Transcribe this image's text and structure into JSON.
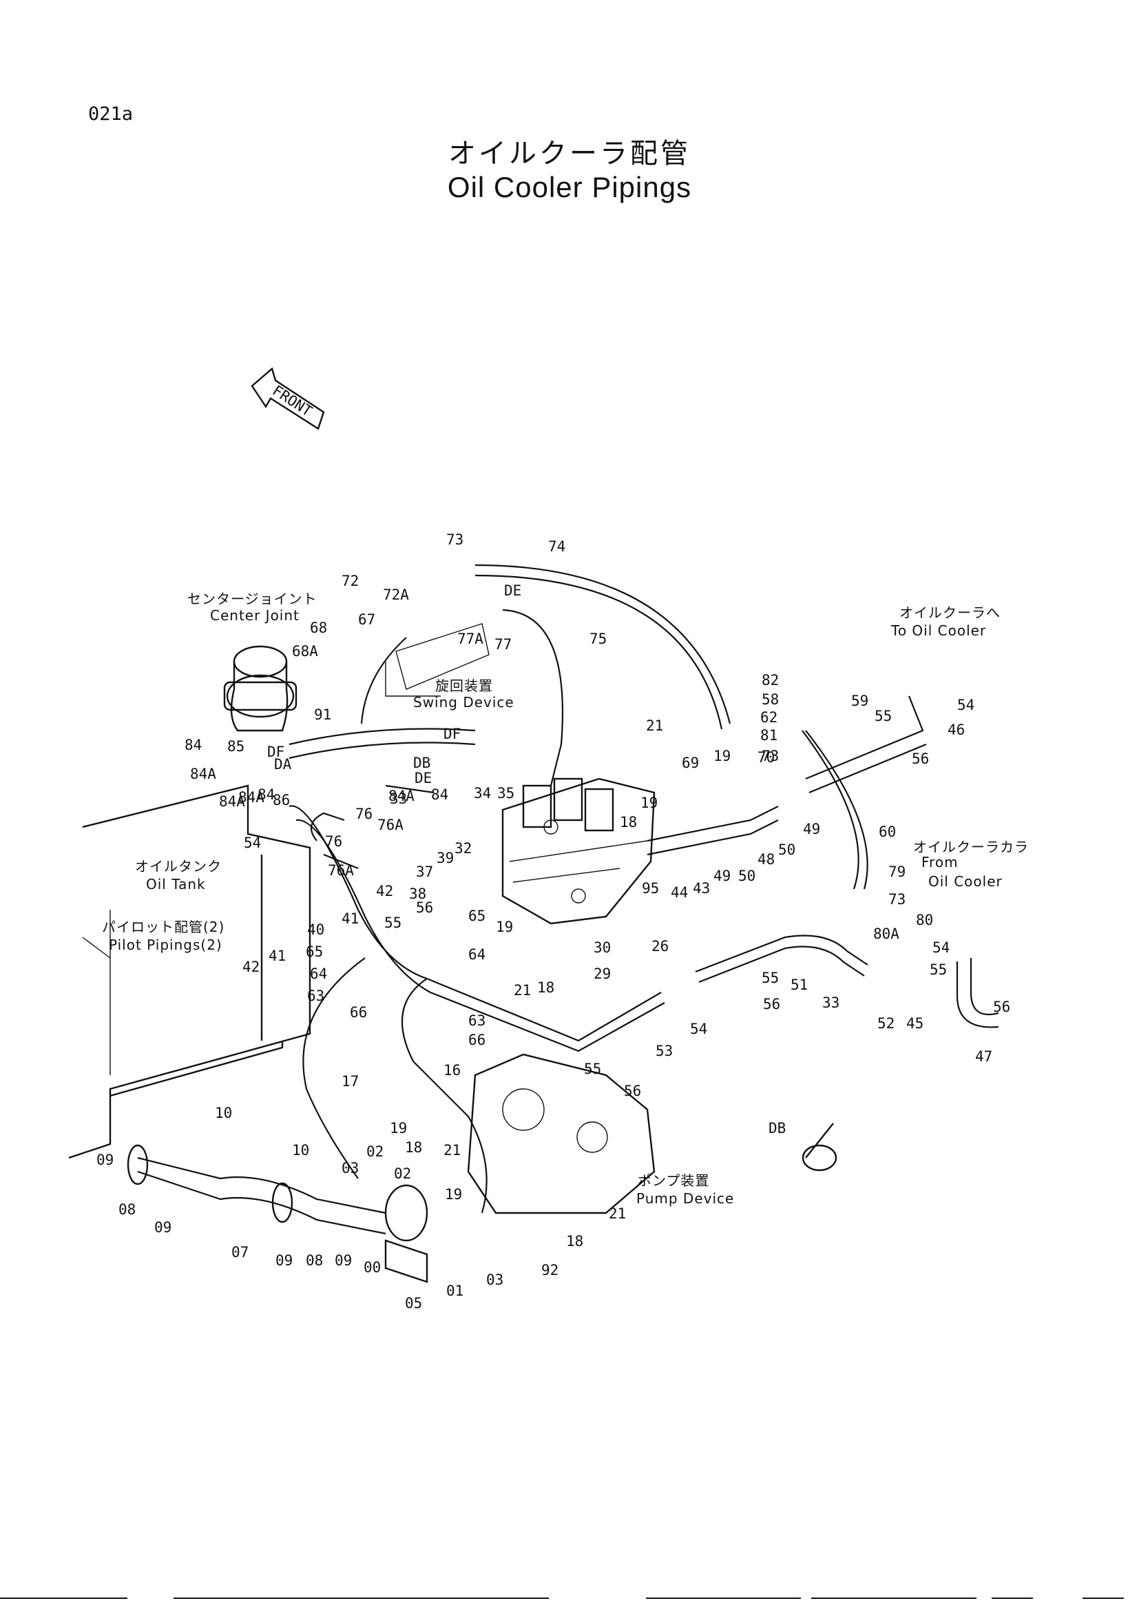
{
  "page_code": "021a",
  "title_jp": "オイルクーラ配管",
  "title_en": "Oil Cooler Pipings",
  "front_label": "FRONT",
  "captions": {
    "center_joint_jp": "センタージョイント",
    "center_joint_en": "Center Joint",
    "swing_device_jp": "旋回装置",
    "swing_device_en": "Swing Device",
    "to_oil_cooler_jp": "オイルクーラへ",
    "to_oil_cooler_en": "To Oil Cooler",
    "from_oil_cooler_jp": "オイルクーラカラ",
    "from_oil_cooler_en1": "From",
    "from_oil_cooler_en2": "Oil Cooler",
    "oil_tank_jp": "オイルタンク",
    "oil_tank_en": "Oil Tank",
    "pilot_jp": "パイロット配管(2)",
    "pilot_en": "Pilot Pipings(2)",
    "pump_device_jp": "ポンプ装置",
    "pump_device_en": "Pump Device"
  },
  "callouts": [
    {
      "id": "73"
    },
    {
      "id": "74"
    },
    {
      "id": "72"
    },
    {
      "id": "72A"
    },
    {
      "id": "77A"
    },
    {
      "id": "77"
    },
    {
      "id": "75"
    },
    {
      "id": "68"
    },
    {
      "id": "68A"
    },
    {
      "id": "67"
    },
    {
      "id": "91"
    },
    {
      "id": "84"
    },
    {
      "id": "84A"
    },
    {
      "id": "85"
    },
    {
      "id": "86"
    },
    {
      "id": "84A"
    },
    {
      "id": "84A"
    },
    {
      "id": "84"
    },
    {
      "id": "84A"
    },
    {
      "id": "33"
    },
    {
      "id": "84"
    },
    {
      "id": "76"
    },
    {
      "id": "76A"
    },
    {
      "id": "76"
    },
    {
      "id": "76A"
    },
    {
      "id": "34"
    },
    {
      "id": "35"
    },
    {
      "id": "21"
    },
    {
      "id": "69"
    },
    {
      "id": "19"
    },
    {
      "id": "70"
    },
    {
      "id": "19"
    },
    {
      "id": "18"
    },
    {
      "id": "32"
    },
    {
      "id": "39"
    },
    {
      "id": "37"
    },
    {
      "id": "38"
    },
    {
      "id": "42"
    },
    {
      "id": "41"
    },
    {
      "id": "54"
    },
    {
      "id": "40"
    },
    {
      "id": "41"
    },
    {
      "id": "42"
    },
    {
      "id": "56"
    },
    {
      "id": "55"
    },
    {
      "id": "65"
    },
    {
      "id": "65"
    },
    {
      "id": "64"
    },
    {
      "id": "64"
    },
    {
      "id": "63"
    },
    {
      "id": "63"
    },
    {
      "id": "66"
    },
    {
      "id": "66"
    },
    {
      "id": "19"
    },
    {
      "id": "21"
    },
    {
      "id": "18"
    },
    {
      "id": "30"
    },
    {
      "id": "29"
    },
    {
      "id": "26"
    },
    {
      "id": "95"
    },
    {
      "id": "44"
    },
    {
      "id": "43"
    },
    {
      "id": "49"
    },
    {
      "id": "50"
    },
    {
      "id": "48"
    },
    {
      "id": "50"
    },
    {
      "id": "49"
    },
    {
      "id": "82"
    },
    {
      "id": "58"
    },
    {
      "id": "62"
    },
    {
      "id": "81"
    },
    {
      "id": "73"
    },
    {
      "id": "59"
    },
    {
      "id": "55"
    },
    {
      "id": "54"
    },
    {
      "id": "46"
    },
    {
      "id": "56"
    },
    {
      "id": "60"
    },
    {
      "id": "79"
    },
    {
      "id": "73"
    },
    {
      "id": "80"
    },
    {
      "id": "80A"
    },
    {
      "id": "54"
    },
    {
      "id": "55"
    },
    {
      "id": "56"
    },
    {
      "id": "47"
    },
    {
      "id": "45"
    },
    {
      "id": "52"
    },
    {
      "id": "33"
    },
    {
      "id": "51"
    },
    {
      "id": "55"
    },
    {
      "id": "56"
    },
    {
      "id": "54"
    },
    {
      "id": "53"
    },
    {
      "id": "55"
    },
    {
      "id": "56"
    },
    {
      "id": "17"
    },
    {
      "id": "16"
    },
    {
      "id": "10"
    },
    {
      "id": "10"
    },
    {
      "id": "09"
    },
    {
      "id": "08"
    },
    {
      "id": "09"
    },
    {
      "id": "07"
    },
    {
      "id": "09"
    },
    {
      "id": "08"
    },
    {
      "id": "09"
    },
    {
      "id": "00"
    },
    {
      "id": "05"
    },
    {
      "id": "01"
    },
    {
      "id": "03"
    },
    {
      "id": "03"
    },
    {
      "id": "02"
    },
    {
      "id": "19"
    },
    {
      "id": "18"
    },
    {
      "id": "21"
    },
    {
      "id": "02"
    },
    {
      "id": "19"
    },
    {
      "id": "18"
    },
    {
      "id": "21"
    },
    {
      "id": "92"
    },
    {
      "id": "DB"
    },
    {
      "id": "DE"
    },
    {
      "id": "DF"
    },
    {
      "id": "DA"
    },
    {
      "id": "DB"
    },
    {
      "id": "DE"
    },
    {
      "id": "DF"
    }
  ]
}
